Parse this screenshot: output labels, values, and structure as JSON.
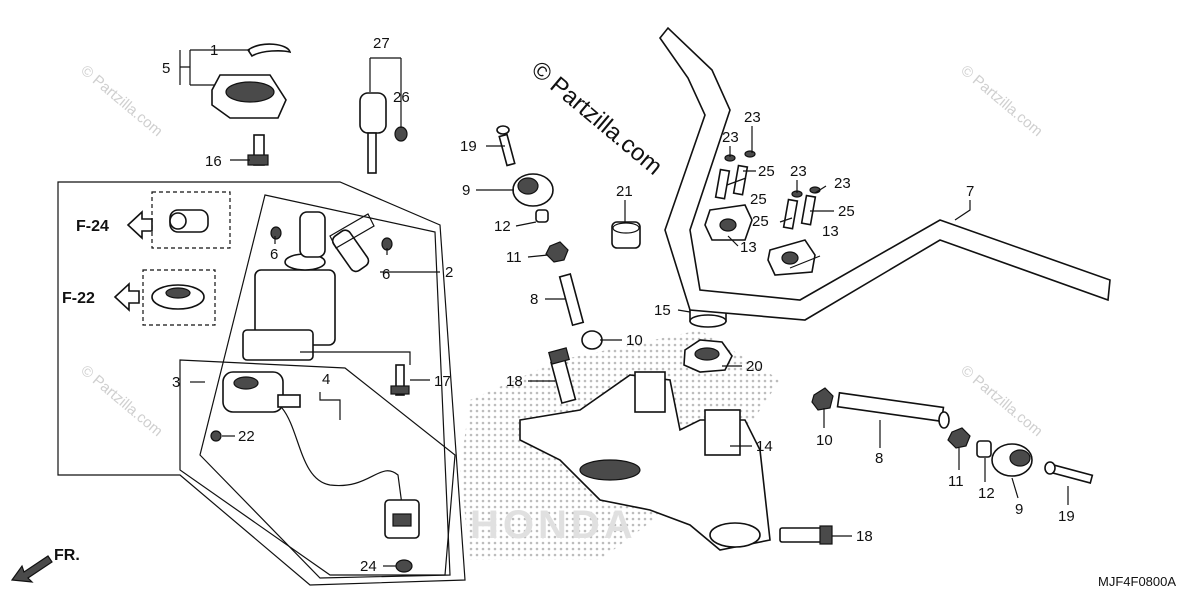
{
  "watermark": {
    "main": "© Partzilla.com",
    "repeat": "© Partzilla.com"
  },
  "brand_mark": "HONDA",
  "diagram_code": "MJF4F0800A",
  "fr_arrow_label": "FR.",
  "refs": [
    {
      "id": "f24",
      "label": "F-24"
    },
    {
      "id": "f22",
      "label": "F-22"
    }
  ],
  "callouts": {
    "c1": "1",
    "c5": "5",
    "c16": "16",
    "c27": "27",
    "c26": "26",
    "c2": "2",
    "c6a": "6",
    "c6b": "6",
    "c3": "3",
    "c4": "4",
    "c17": "17",
    "c22": "22",
    "c24": "24",
    "c19a": "19",
    "c9a": "9",
    "c12a": "12",
    "c11a": "11",
    "c8a": "8",
    "c10a": "10",
    "c21": "21",
    "c18a": "18",
    "c15": "15",
    "c20": "20",
    "c14": "14",
    "c18b": "18",
    "c23a": "23",
    "c23b": "23",
    "c23c": "23",
    "c23d": "23",
    "c25a": "25",
    "c25b": "25",
    "c25c": "25",
    "c25d": "25",
    "c13a": "13",
    "c13b": "13",
    "c7": "7",
    "c10b": "10",
    "c8b": "8",
    "c11b": "11",
    "c12b": "12",
    "c9b": "9",
    "c19b": "19"
  }
}
